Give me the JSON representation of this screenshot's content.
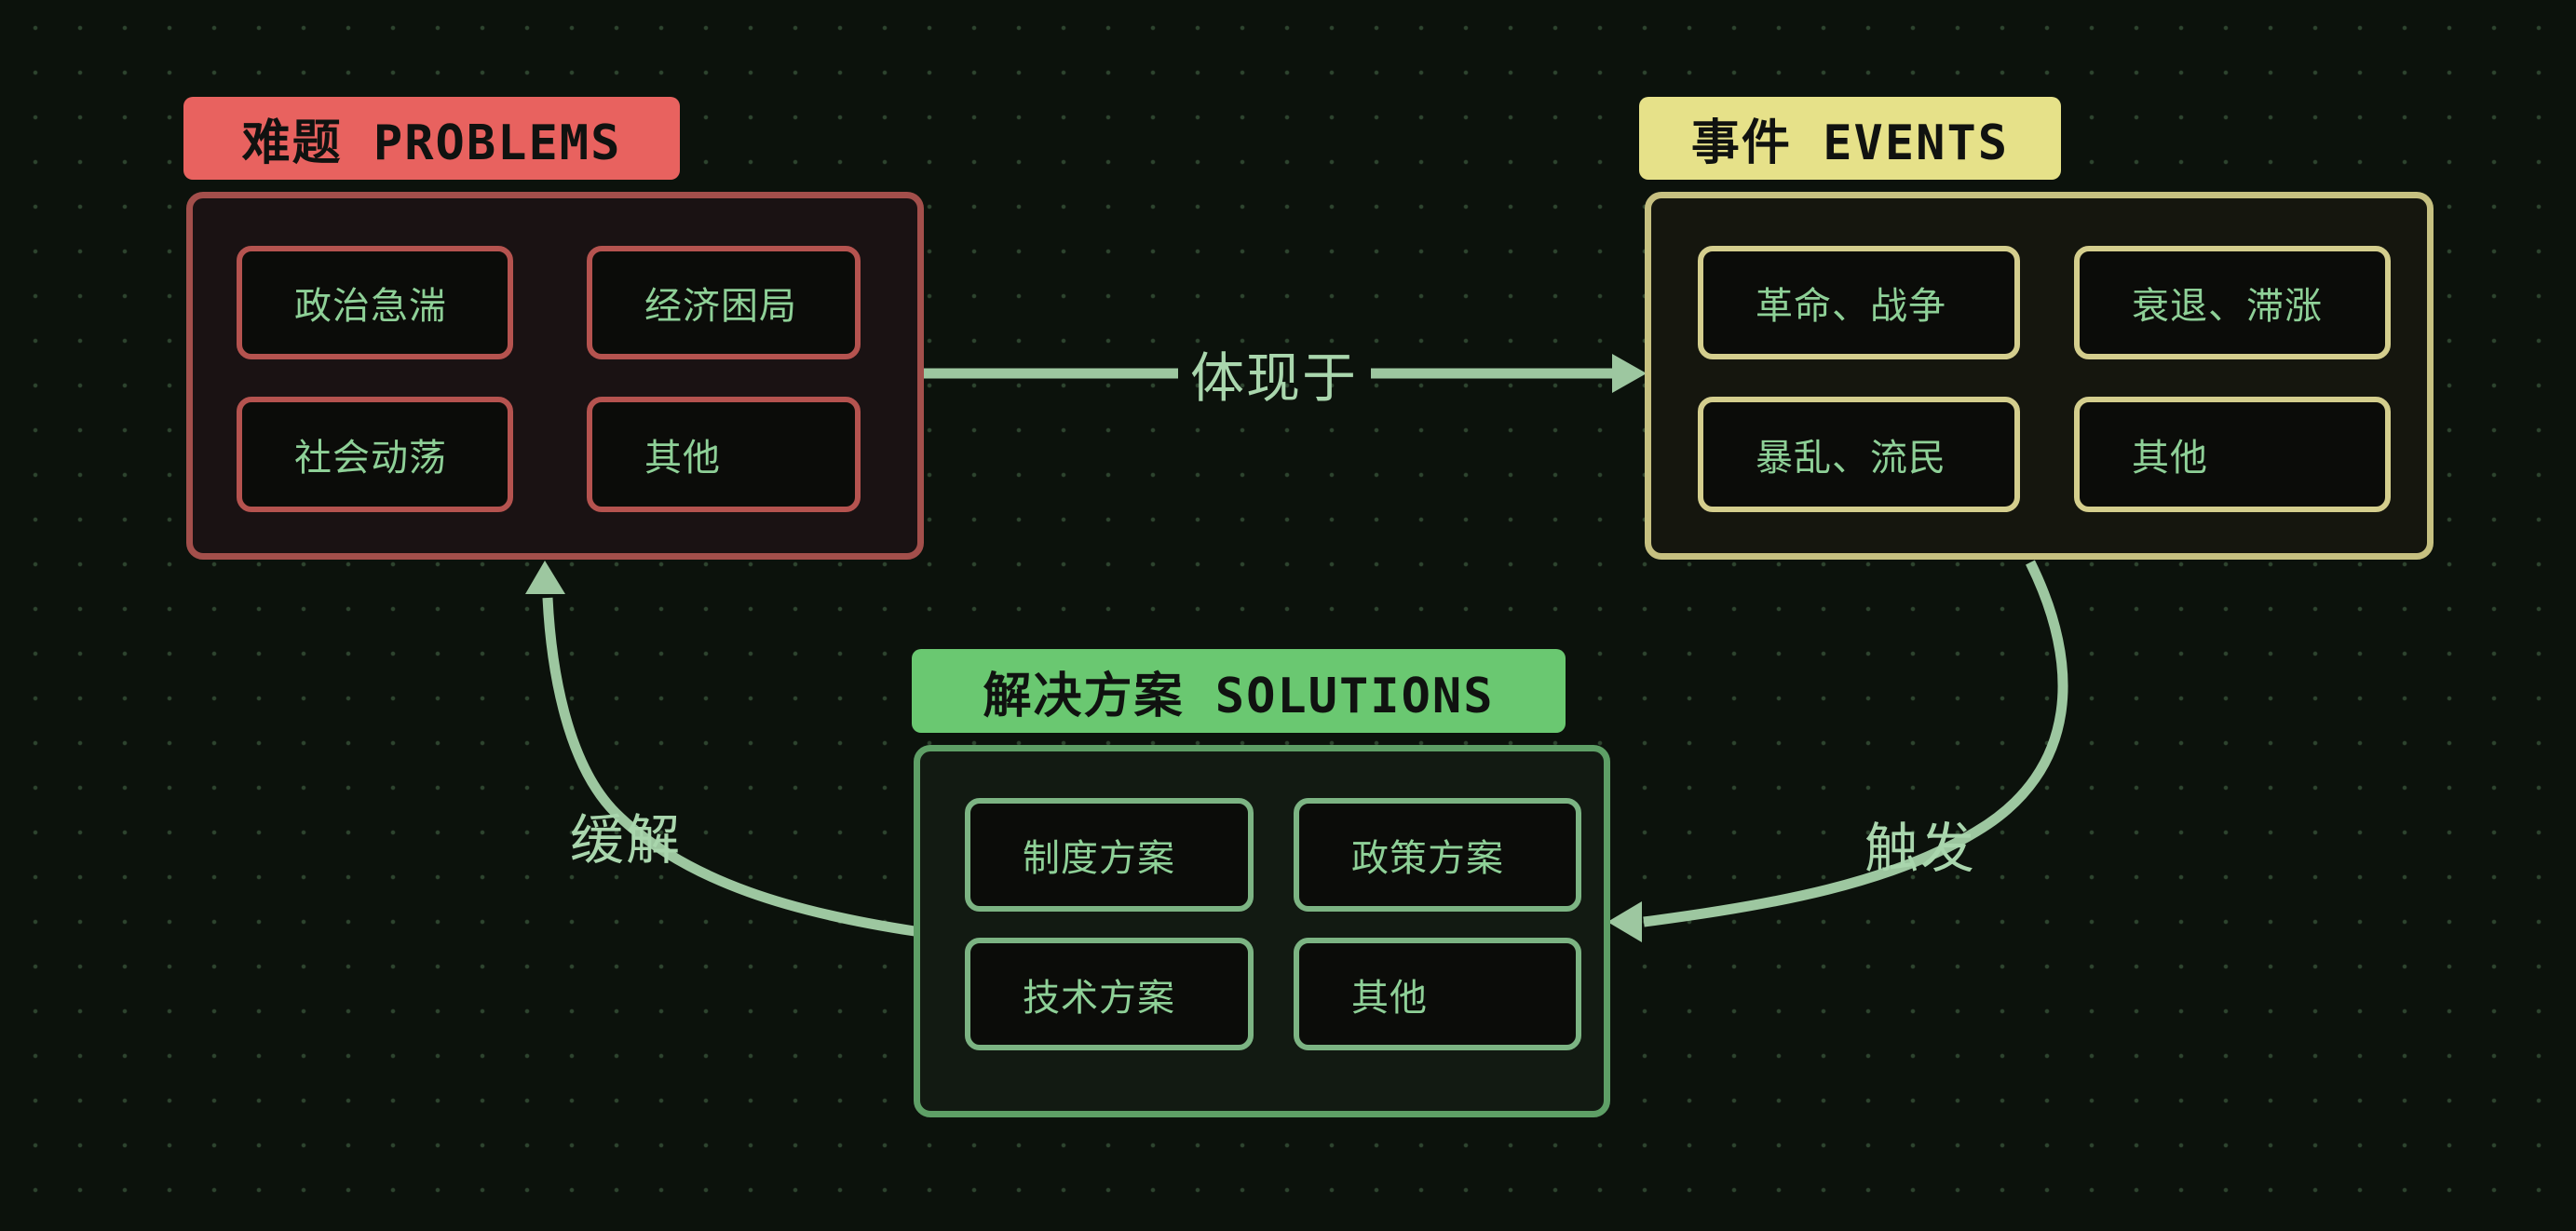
{
  "diagram": {
    "nodes": {
      "problems": {
        "title": "难题 PROBLEMS",
        "items": [
          "政治急湍",
          "经济困局",
          "社会动荡",
          "其他"
        ]
      },
      "events": {
        "title": "事件 EVENTS",
        "items": [
          "革命、战争",
          "衰退、滞涨",
          "暴乱、流民",
          "其他"
        ]
      },
      "solutions": {
        "title": "解决方案 SOLUTIONS",
        "items": [
          "制度方案",
          "政策方案",
          "技术方案",
          "其他"
        ]
      }
    },
    "edges": {
      "problems_to_events": {
        "label": "体现于",
        "from": "problems",
        "to": "events"
      },
      "events_to_solutions": {
        "label": "触发",
        "from": "events",
        "to": "solutions"
      },
      "solutions_to_problems": {
        "label": "缓解",
        "from": "solutions",
        "to": "problems"
      }
    }
  },
  "colors": {
    "background": "#0c120c",
    "grid_dot": "#2e452f",
    "problems_accent": "#e8625f",
    "problems_border": "#a34f4b",
    "problems_item_border": "#b5534f",
    "problems_fill": "#1a1213",
    "events_accent": "#e6e189",
    "events_border": "#c6c080",
    "events_item_border": "#d4ce8d",
    "events_fill": "#15160e",
    "solutions_accent": "#6ac871",
    "solutions_border": "#5e9f66",
    "solutions_item_border": "#7cb483",
    "solutions_fill": "#121a12",
    "item_fill": "#0b0c09",
    "item_text": "#8ed097",
    "arrow": "#9dc7a0",
    "edge_label": "#a9d6ad",
    "header_text": "#101210"
  }
}
